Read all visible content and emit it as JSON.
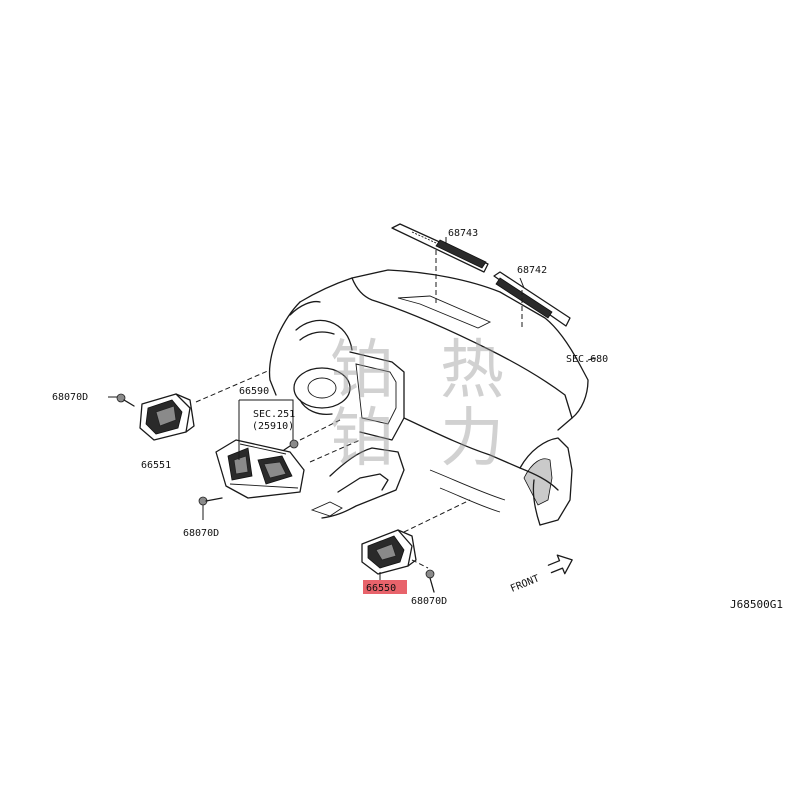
{
  "labels": {
    "p68743": "68743",
    "p68742": "68742",
    "sec680": "SEC.680",
    "p66590": "66590",
    "sec251": "SEC.251",
    "sec251sub": "(25910)",
    "p68070d_left": "68070D",
    "p66551": "66551",
    "p68070d_mid": "68070D",
    "p66550": "66550",
    "p68070d_right": "68070D",
    "front": "FRONT",
    "code": "J68500G1"
  },
  "watermark": {
    "chars": [
      "铂",
      "热",
      "铂",
      "力"
    ]
  },
  "colors": {
    "highlight": "#e8636b",
    "line": "#1a1a1a",
    "watermark": "#9a9a9a"
  }
}
